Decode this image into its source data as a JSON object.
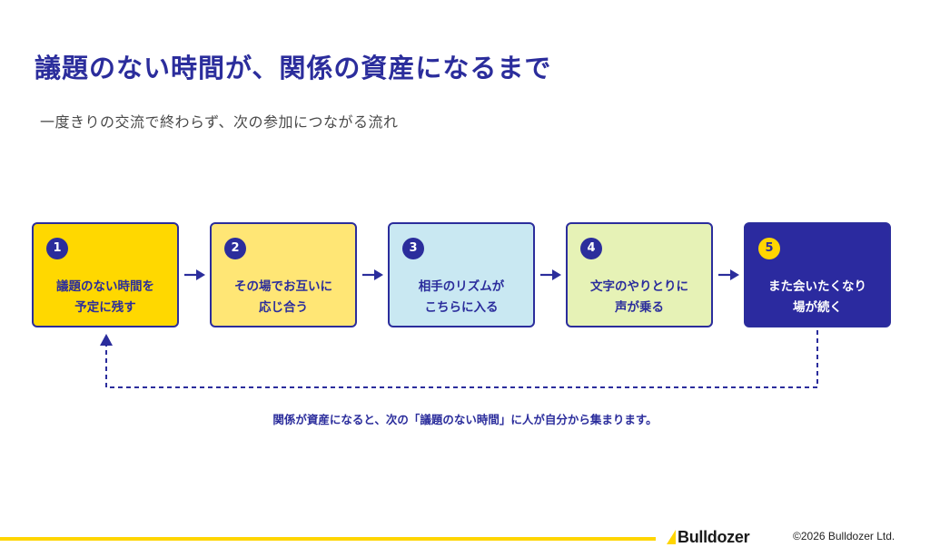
{
  "title": "議題のない時間が、関係の資産になるまで",
  "subtitle": "一度きりの交流で終わらず、次の参加につながる流れ",
  "steps": [
    {
      "number": "1",
      "label": "議題のない時間を\n予定に残す",
      "color": "#ffd800"
    },
    {
      "number": "2",
      "label": "その場でお互いに\n応じ合う",
      "color": "#ffe675"
    },
    {
      "number": "3",
      "label": "相手のリズムが\nこちらに入る",
      "color": "#c9e8f2"
    },
    {
      "number": "4",
      "label": "文字のやりとりに\n声が乗る",
      "color": "#e6f2b6"
    },
    {
      "number": "5",
      "label": "また会いたくなり\n場が続く",
      "color": "#2b2a9f"
    }
  ],
  "caption": "関係が資産になると、次の「議題のない時間」に人が自分から集まります。",
  "footer": {
    "brand": "Bulldozer",
    "copyright": "©2026 Bulldozer Ltd."
  },
  "colors": {
    "accent": "#2b2d9c",
    "yellow": "#ffd500"
  }
}
